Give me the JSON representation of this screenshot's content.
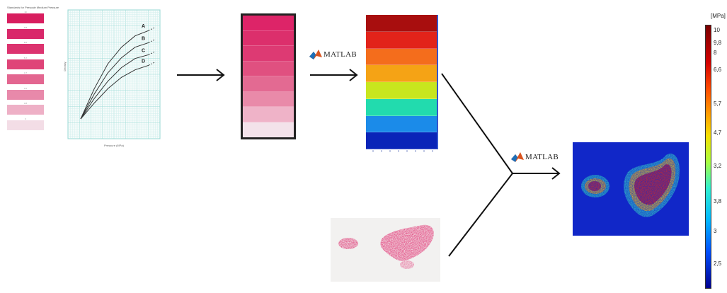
{
  "calibration_card": {
    "title": "Standards for Prescale Medium Pressure",
    "swatches": [
      {
        "color": "#d81e5f",
        "label": "10"
      },
      {
        "color": "#d9286a",
        "label": "9.8"
      },
      {
        "color": "#dc336f",
        "label": "8.6"
      },
      {
        "color": "#df4478",
        "label": "5.7"
      },
      {
        "color": "#e36690",
        "label": "4.7"
      },
      {
        "color": "#e889aa",
        "label": "3.2"
      },
      {
        "color": "#eeb0c6",
        "label": "3.8"
      },
      {
        "color": "#f3dde6",
        "label": "3"
      }
    ]
  },
  "chart_data": {
    "type": "line",
    "title": "",
    "xlabel": "Pressure (MPa)",
    "ylabel": "Density",
    "series": [
      {
        "name": "A",
        "x": [
          0,
          20,
          40,
          60,
          80,
          100
        ],
        "y": [
          0.15,
          0.55,
          0.88,
          1.1,
          1.25,
          1.32
        ]
      },
      {
        "name": "B",
        "x": [
          0,
          20,
          40,
          60,
          80,
          100
        ],
        "y": [
          0.15,
          0.48,
          0.76,
          0.96,
          1.1,
          1.16
        ]
      },
      {
        "name": "C",
        "x": [
          0,
          20,
          40,
          60,
          80,
          100
        ],
        "y": [
          0.15,
          0.42,
          0.65,
          0.83,
          0.95,
          1.0
        ]
      },
      {
        "name": "D",
        "x": [
          0,
          20,
          40,
          60,
          80,
          100
        ],
        "y": [
          0.15,
          0.36,
          0.55,
          0.7,
          0.8,
          0.86
        ]
      }
    ],
    "xlim": [
      0,
      100
    ],
    "ylim": [
      0,
      1.5
    ],
    "grid": true
  },
  "pink_bands": [
    "#dd2468",
    "#dc2f6c",
    "#dd3a73",
    "#e05080",
    "#e36a92",
    "#e98aa9",
    "#efb3c8",
    "#f3e2ea"
  ],
  "heat_bands": [
    "#a80e0e",
    "#e2231a",
    "#f46d1c",
    "#f5a315",
    "#c8e61e",
    "#22dbae",
    "#1b8be9",
    "#0a24b8"
  ],
  "matlab_labels": {
    "first": "MATLAB",
    "second": "MATLAB"
  },
  "colorbar": {
    "unit": "[MPa]",
    "ticks": [
      "10",
      "9,8",
      "8",
      "6,6",
      "5,7",
      "4,7",
      "3,2",
      "3,8",
      "3",
      "2,5"
    ]
  }
}
